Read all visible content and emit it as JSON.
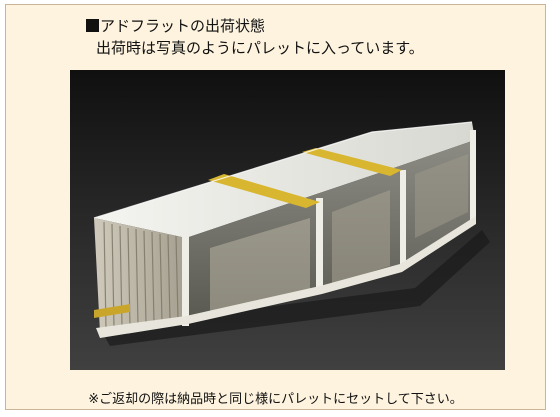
{
  "heading": {
    "text": "アドフラットの出荷状態"
  },
  "subheading": {
    "text": "出荷時は写真のようにパレットに入っています。"
  },
  "photo": {
    "subject": "pallet-package-photo"
  },
  "note": {
    "text": "※ご返却の際は納品時と同じ様にパレットにセットして下さい。"
  }
}
